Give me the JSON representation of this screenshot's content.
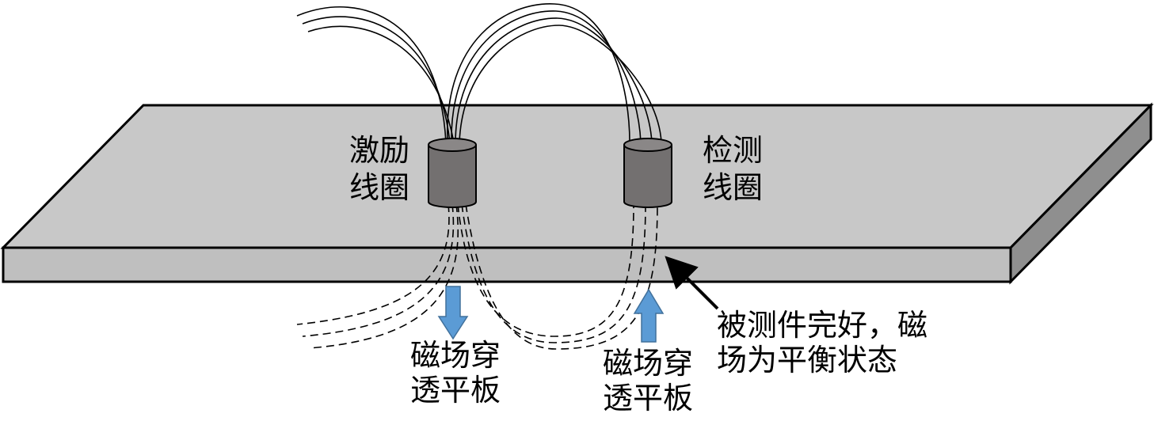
{
  "labels": {
    "excitation_coil": [
      "激励",
      "线圈"
    ],
    "detection_coil": [
      "检测",
      "线圈"
    ],
    "field_penetrates_left": [
      "磁场穿",
      "透平板"
    ],
    "field_penetrates_right": [
      "磁场穿",
      "透平板"
    ],
    "status": [
      "被测件完好，磁",
      "场为平衡状态"
    ]
  },
  "colors": {
    "plate_top": "#c8c8c8",
    "plate_front": "#bfbfbf",
    "plate_side": "#8f8f8f",
    "coil_body": "#737070",
    "coil_top": "#8a8787",
    "arrow_blue": "#5b9bd5",
    "arrow_blue_stroke": "#41719c",
    "line": "#000000"
  }
}
